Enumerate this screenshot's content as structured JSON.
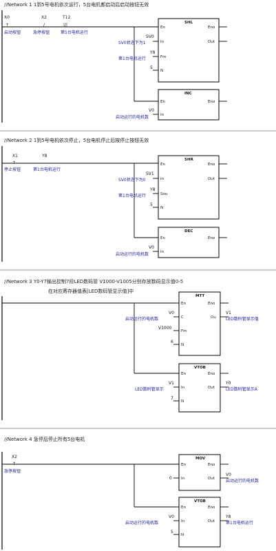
{
  "networks": [
    {
      "comment": "//Network 1  1到5号电机依次运行，5台电机都启动后启动按钮无效",
      "contacts": [
        {
          "addr": "X0",
          "sym": "↑",
          "label": "启动按钮"
        },
        {
          "addr": "X2",
          "sym": "/",
          "label": "急停按钮"
        },
        {
          "addr": "T12",
          "sym": "|/|",
          "label": "第5台电机运行"
        }
      ],
      "blocks": [
        {
          "name": "SHL",
          "pins_left": [
            "En",
            "In",
            "Fm",
            "N"
          ],
          "pins_right": [
            "Eno",
            "Out"
          ],
          "inputs": [
            {
              "addr": "SV0",
              "label": "SV0状态下为1"
            },
            {
              "addr": "Y8",
              "label": "第1台电机运行"
            },
            {
              "addr": "5",
              "label": ""
            }
          ],
          "outputs": []
        },
        {
          "name": "INC",
          "pins_left": [
            "En",
            "In"
          ],
          "pins_right": [
            "Eno"
          ],
          "inputs": [
            {
              "addr": "V0",
              "label": "启动运行的电机数"
            }
          ],
          "outputs": []
        }
      ]
    },
    {
      "comment": "//Network 2  1到5号电机依次停止，5台电机停止后按停止按钮无效",
      "contacts": [
        {
          "addr": "X1",
          "sym": "↑",
          "label": "停止按钮"
        },
        {
          "addr": "Y8",
          "sym": "",
          "label": "第1台电机运行"
        }
      ],
      "blocks": [
        {
          "name": "SHR",
          "pins_left": [
            "En",
            "In",
            "Sou",
            "N"
          ],
          "pins_right": [
            "Eno",
            "Out"
          ],
          "inputs": [
            {
              "addr": "SV1",
              "label": "SV0状态下为0"
            },
            {
              "addr": "Y8",
              "label": "第1台电机运行"
            },
            {
              "addr": "5",
              "label": ""
            }
          ],
          "outputs": []
        },
        {
          "name": "DEC",
          "pins_left": [
            "En",
            "In"
          ],
          "pins_right": [
            "Eno"
          ],
          "inputs": [
            {
              "addr": "V0",
              "label": "启动运行的电机数"
            }
          ],
          "outputs": []
        }
      ]
    },
    {
      "comment": "//Network 3  Y0-Y7输出控制7段LED数码管 V1000-V1005分别存放数码显示值0-5",
      "comment2": "在对应寄存器值表[LED数码管显示值]中",
      "contacts": [],
      "blocks": [
        {
          "name": "MTT",
          "pins_left": [
            "En",
            "C",
            "Fm",
            "N"
          ],
          "pins_right": [
            "Eno",
            "Ou"
          ],
          "inputs": [
            {
              "addr": "V0",
              "label": "启动运行的电机数"
            },
            {
              "addr": "V1000",
              "label": ""
            },
            {
              "addr": "6",
              "label": ""
            }
          ],
          "outputs": [
            {
              "addr": "V1",
              "label": "LED数码管显示值"
            }
          ]
        },
        {
          "name": "VTOB",
          "pins_left": [
            "En",
            "In",
            "N"
          ],
          "pins_right": [
            "Eno",
            "Out"
          ],
          "inputs": [
            {
              "addr": "V1",
              "label": "LED数码管显示"
            },
            {
              "addr": "7",
              "label": ""
            }
          ],
          "outputs": [
            {
              "addr": "Y0",
              "label": "LED数码管显示A"
            }
          ]
        }
      ]
    },
    {
      "comment": "//Network 4  急停后停止所有5台电机",
      "contacts": [
        {
          "addr": "X2",
          "sym": "↑",
          "label": "急停按钮"
        }
      ],
      "blocks": [
        {
          "name": "MOV",
          "pins_left": [
            "En",
            "In"
          ],
          "pins_right": [
            "Eno",
            "Out"
          ],
          "inputs": [
            {
              "addr": "0",
              "label": ""
            }
          ],
          "outputs": [
            {
              "addr": "V0",
              "label": "启动运行的电机数"
            }
          ]
        },
        {
          "name": "VTOB",
          "pins_left": [
            "En",
            "In",
            "N"
          ],
          "pins_right": [
            "Eno",
            "Out"
          ],
          "inputs": [
            {
              "addr": "V0",
              "label": "启动运行的电机数"
            },
            {
              "addr": "5",
              "label": ""
            }
          ],
          "outputs": [
            {
              "addr": "Y8",
              "label": "第1台电机运行"
            }
          ]
        }
      ]
    }
  ]
}
